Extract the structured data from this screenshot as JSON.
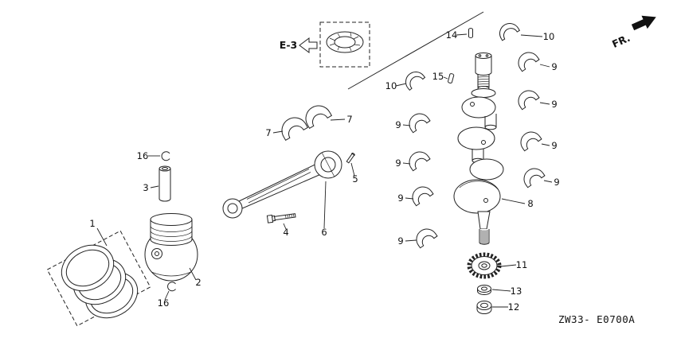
{
  "frame": {
    "section_ref": "E-3",
    "front_label": "FR.",
    "drawing_code": "ZW33- E0700A"
  },
  "colors": {
    "ink": "#1a1a1a",
    "background": "#ffffff"
  },
  "callouts": [
    "1",
    "2",
    "3",
    "4",
    "5",
    "6",
    "7",
    "7",
    "8",
    "9",
    "9",
    "9",
    "9",
    "9",
    "9",
    "9",
    "9",
    "10",
    "10",
    "11",
    "12",
    "13",
    "14",
    "15",
    "16",
    "16"
  ]
}
